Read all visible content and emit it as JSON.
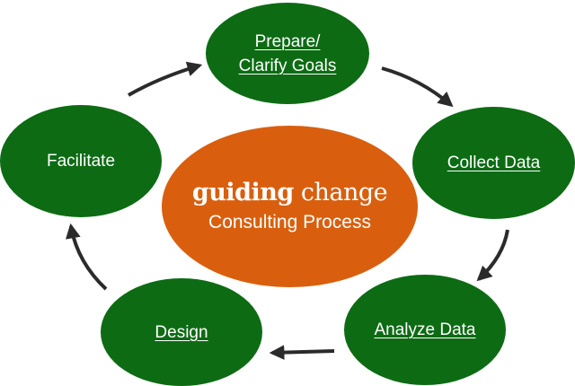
{
  "center": {
    "title_bold": "guiding",
    "title_rest": "change",
    "subtitle": "Consulting Process"
  },
  "steps": [
    {
      "line1": "Prepare/",
      "line2": "Clarify Goals",
      "linked": true
    },
    {
      "label": "Collect Data",
      "linked": true
    },
    {
      "label": "Analyze Data",
      "linked": true
    },
    {
      "label": "Design",
      "linked": true
    },
    {
      "label": "Facilitate",
      "linked": false
    }
  ],
  "colors": {
    "step_fill": "#0d6b14",
    "center_fill": "#d95f0e",
    "text": "#ffffff",
    "arrow": "#2b2b2b"
  }
}
